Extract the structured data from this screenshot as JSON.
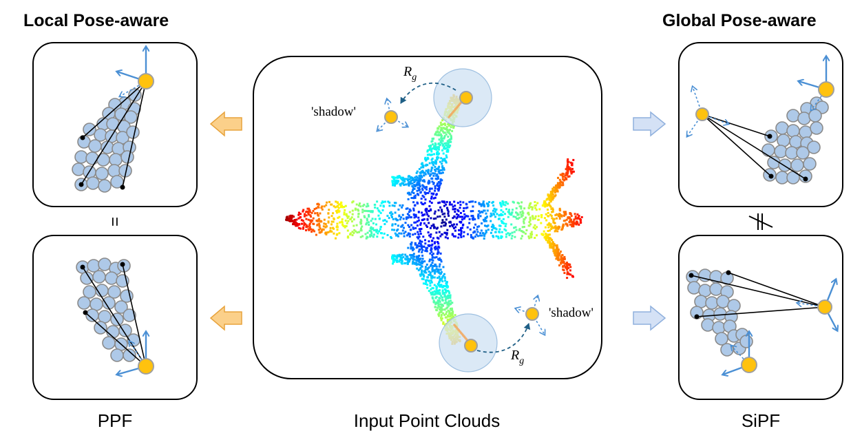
{
  "titles": {
    "local": "Local Pose-aware",
    "global": "Global Pose-aware"
  },
  "captions": {
    "left": "PPF",
    "center": "Input Point Clouds",
    "right": "SiPF"
  },
  "center_panel": {
    "shadow_top": "'shadow'",
    "shadow_bottom": "'shadow'",
    "rotation_label": "R",
    "rotation_subscript": "g"
  },
  "relations": {
    "left": "=",
    "right": "≠"
  },
  "colors": {
    "keypoint": "#ffc20e",
    "keypoint_stroke": "#a0a0a0",
    "neighbor": "#aec9e8",
    "neighbor_stroke": "#8a8a8a",
    "axis": "#4a8fd4",
    "arrow_local": "#fbd08a",
    "arrow_local_stroke": "#e8a33c",
    "arrow_global": "#d4e1f5",
    "arrow_global_stroke": "#8fb0dd",
    "halo": "#cfe2f3",
    "rotation_arc": "#1f5f86"
  }
}
